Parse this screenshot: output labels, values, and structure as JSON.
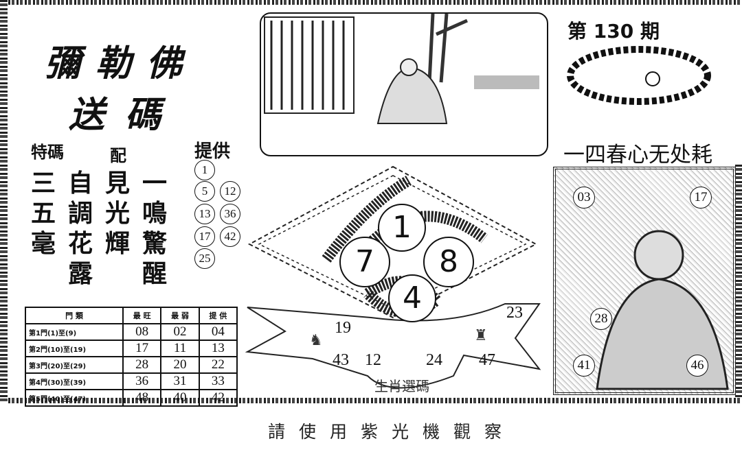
{
  "title": {
    "line1": "彌勒佛",
    "line2": "送碼"
  },
  "issue": "第 130 期",
  "poem": "一四春心无处耗",
  "special": {
    "header_special": "特碼",
    "header_pair": "配",
    "header_provide": "提供",
    "grid": [
      [
        "三",
        "自",
        "見",
        "一"
      ],
      [
        "五",
        "調",
        "光",
        "鳴"
      ],
      [
        "毫",
        "花",
        "輝",
        "驚"
      ],
      [
        "",
        "露",
        "",
        "醒"
      ]
    ],
    "provided_numbers": [
      "1",
      "5",
      "12",
      "13",
      "36",
      "17",
      "42",
      "25"
    ]
  },
  "table": {
    "headers": [
      "門 類",
      "最 旺",
      "最 弱",
      "提 供"
    ],
    "rows": [
      [
        "第1門(1)至(9)",
        "08",
        "02",
        "04"
      ],
      [
        "第2門(10)至(19)",
        "17",
        "11",
        "13"
      ],
      [
        "第3門(20)至(29)",
        "28",
        "20",
        "22"
      ],
      [
        "第4門(30)至(39)",
        "36",
        "31",
        "33"
      ],
      [
        "第5門(40)至(47)",
        "48",
        "40",
        "42"
      ]
    ]
  },
  "diamond_balls": [
    "1",
    "7",
    "8",
    "4"
  ],
  "zodiac_banner": {
    "label": "生肖選碼",
    "numbers": [
      "19",
      "23",
      "43",
      "12",
      "24",
      "47"
    ]
  },
  "buddha_numbers": [
    "03",
    "17",
    "28",
    "41",
    "46"
  ],
  "footer": "請使用紫光機觀察"
}
